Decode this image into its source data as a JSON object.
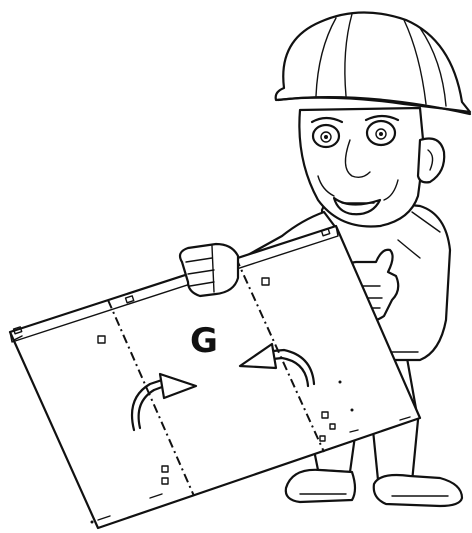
{
  "panel": {
    "letter": "G"
  },
  "icons": {
    "worker": "construction-worker-with-hard-hat",
    "panel": "folding-cardboard-panel",
    "fold_arrow_left": "curved-fold-arrow",
    "fold_arrow_right": "curved-fold-arrow"
  },
  "colors": {
    "line": "#111111",
    "background": "#ffffff"
  }
}
